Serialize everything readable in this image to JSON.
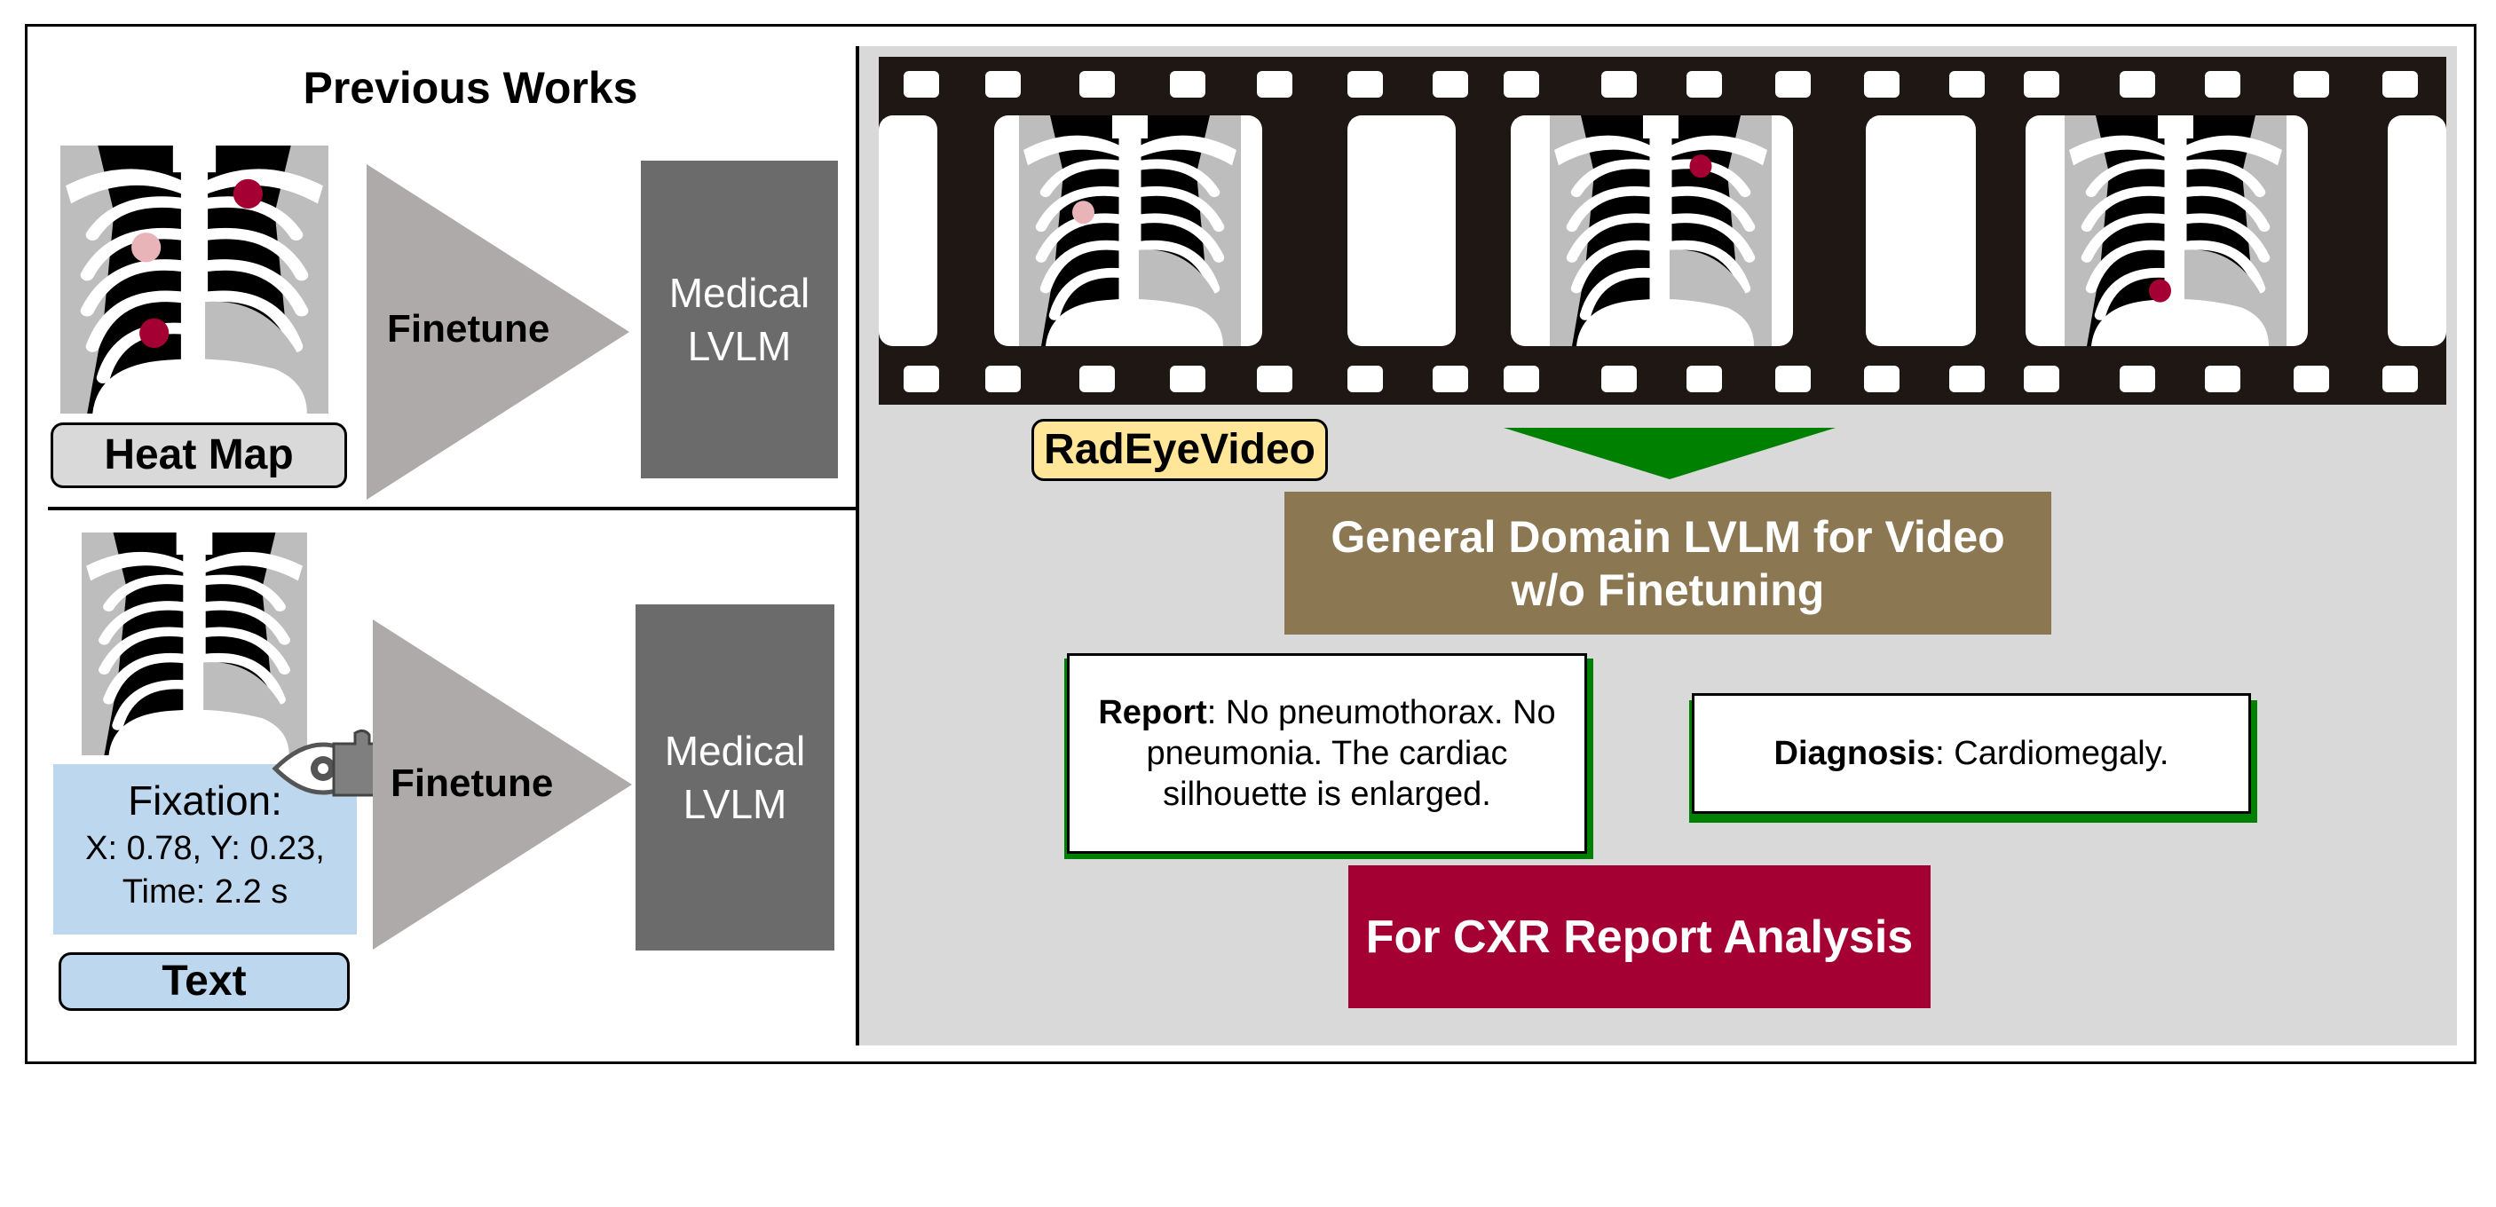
{
  "previous_works": {
    "title": "Previous Works",
    "heatmap_label": "Heat Map",
    "text_label": "Text",
    "finetune_label": "Finetune",
    "model_line1": "Medical",
    "model_line2": "LVLM",
    "fixation": {
      "title": "Fixation:",
      "line1": "X: 0.78, Y: 0.23,",
      "line2": "Time: 2.2 s"
    }
  },
  "ours": {
    "video_label": "RadEyeVideo",
    "general_line1": "General Domain LVLM for Video",
    "general_line2": "w/o Finetuning",
    "report_key": "Report",
    "report_text": ": No pneumothorax. No pneumonia. The cardiac silhouette is enlarged.",
    "diagnosis_key": "Diagnosis",
    "diagnosis_text": ": Cardiomegaly.",
    "task_label": "For CXR Report Analysis"
  },
  "colors": {
    "film": "#1e1714",
    "arrow": "#008000",
    "general_box": "#8b7752",
    "task_box": "#a50034",
    "lvlm_box": "#6b6b6b",
    "fixation_bg": "#bdd7ee",
    "video_tag": "#ffe699",
    "heatmap_dot_dark": "#a50034",
    "heatmap_dot_light": "#e8b4b8"
  }
}
